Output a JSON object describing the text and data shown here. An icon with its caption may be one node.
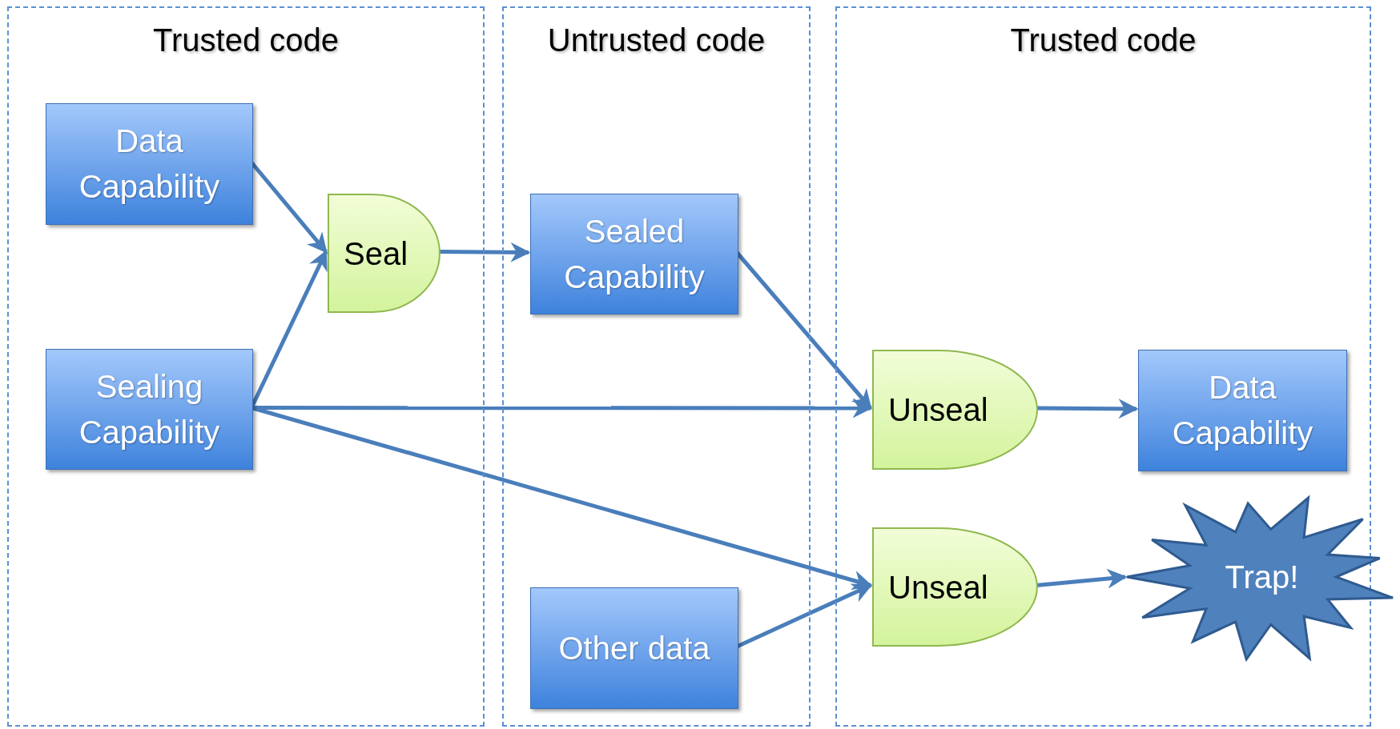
{
  "diagram": {
    "nodes": [
      {
        "text": [
          "Trusted code"
        ]
      },
      {
        "text": [
          "Untrusted code"
        ]
      },
      {
        "text": [
          "Trusted code"
        ]
      },
      {
        "text": [
          "Data Capability"
        ],
        "in": 0
      },
      {
        "text": [
          "Sealing Capability"
        ],
        "in": 0
      },
      {
        "text": [
          "Seal"
        ],
        "in": 0
      },
      {
        "text": [
          "Sealed Capability"
        ],
        "in": 1
      },
      {
        "text": [
          "Other data"
        ],
        "in": 1
      },
      {
        "text": [
          "Unseal"
        ],
        "in": 2
      },
      {
        "text": [
          "Data Capability"
        ],
        "in": 2
      },
      {
        "text": [
          "Unseal"
        ],
        "in": 2
      },
      {
        "text": [
          "Trap!"
        ]
      }
    ],
    "edges": [
      {
        "from": 3,
        "to": 5,
        "arrow": "to"
      },
      {
        "from": 4,
        "to": 5,
        "arrow": "to"
      },
      {
        "from": 5,
        "to": 6,
        "arrow": "to"
      },
      {
        "from": 6,
        "to": 8,
        "arrow": "to"
      },
      {
        "from": 4,
        "to": 8,
        "arrow": "to"
      },
      {
        "from": 4,
        "to": 10,
        "arrow": "to"
      },
      {
        "from": 7,
        "to": 10,
        "arrow": "to"
      },
      {
        "from": 8,
        "to": 9,
        "arrow": "to"
      },
      {
        "from": 10,
        "to": 11,
        "arrow": "to"
      }
    ]
  }
}
